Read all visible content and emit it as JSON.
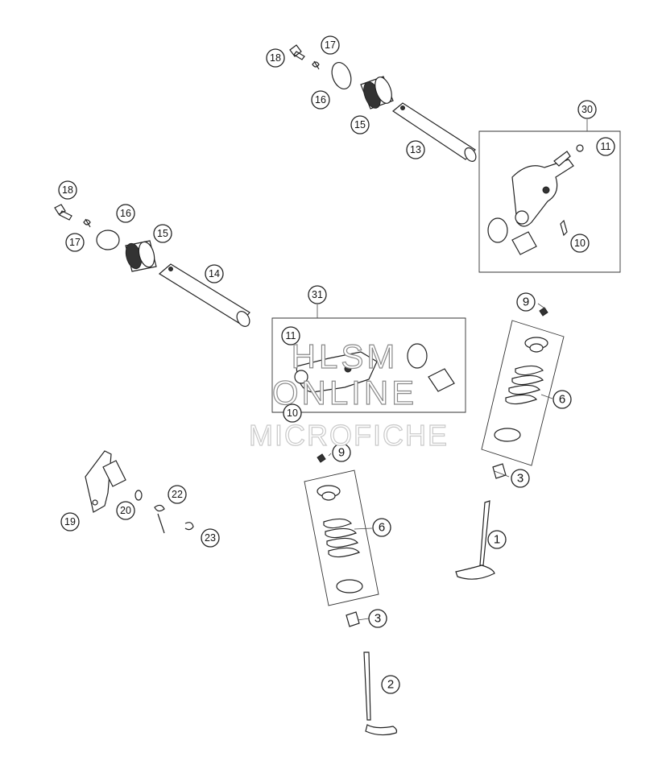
{
  "callouts": [
    {
      "id": "1",
      "label": "1"
    },
    {
      "id": "2",
      "label": "2"
    },
    {
      "id": "3a",
      "label": "3"
    },
    {
      "id": "3b",
      "label": "3"
    },
    {
      "id": "6a",
      "label": "6"
    },
    {
      "id": "6b",
      "label": "6"
    },
    {
      "id": "9a",
      "label": "9"
    },
    {
      "id": "9b",
      "label": "9"
    },
    {
      "id": "10a",
      "label": "10"
    },
    {
      "id": "10b",
      "label": "10"
    },
    {
      "id": "11a",
      "label": "11"
    },
    {
      "id": "11b",
      "label": "11"
    },
    {
      "id": "13",
      "label": "13"
    },
    {
      "id": "14",
      "label": "14"
    },
    {
      "id": "15a",
      "label": "15"
    },
    {
      "id": "15b",
      "label": "15"
    },
    {
      "id": "16a",
      "label": "16"
    },
    {
      "id": "16b",
      "label": "16"
    },
    {
      "id": "17a",
      "label": "17"
    },
    {
      "id": "17b",
      "label": "17"
    },
    {
      "id": "18a",
      "label": "18"
    },
    {
      "id": "18b",
      "label": "18"
    },
    {
      "id": "19",
      "label": "19"
    },
    {
      "id": "20",
      "label": "20"
    },
    {
      "id": "22",
      "label": "22"
    },
    {
      "id": "23",
      "label": "23"
    },
    {
      "id": "30",
      "label": "30"
    },
    {
      "id": "31",
      "label": "31"
    }
  ],
  "watermark": {
    "line1": "HLSM",
    "line2": "ONLINE",
    "line3": "MICROFICHE"
  }
}
